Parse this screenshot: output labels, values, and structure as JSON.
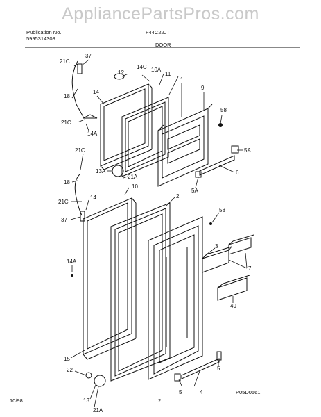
{
  "watermark": "AppliancePartsPros.com",
  "header": {
    "publication_label": "Publication No.",
    "publication_number": "5995314308",
    "model": "F44C22JT",
    "section": "DOOR"
  },
  "footer": {
    "date": "10/98",
    "page": "2",
    "diagram_code": "P05D0561"
  },
  "colors": {
    "line": "#111111",
    "watermark": "#c9c9c9"
  },
  "callouts": {
    "c21c_top": "21C",
    "c37_top": "37",
    "c12": "12",
    "c14c": "14C",
    "c10a": "10A",
    "c11": "11",
    "c1": "1",
    "c9": "9",
    "c18_top": "18",
    "c14_top": "14",
    "c58_top": "58",
    "c21c_mid": "21C",
    "c14a_top": "14A",
    "c21c_low": "21C",
    "c5a_right": "5A",
    "c13a": "13A",
    "c21a_mid": "21A",
    "c6": "6",
    "c5a_left": "5A",
    "c18_low": "18",
    "c10": "10",
    "c21c_bot": "21C",
    "c14_low": "14",
    "c2": "2",
    "c58_low": "58",
    "c37_low": "37",
    "c3": "3",
    "c14a_low": "14A",
    "c7": "7",
    "c49": "49",
    "c15": "15",
    "c22": "22",
    "c5_bot": "5",
    "c13": "13",
    "c4": "4",
    "c5_low": "5",
    "c21a_bot": "21A"
  }
}
